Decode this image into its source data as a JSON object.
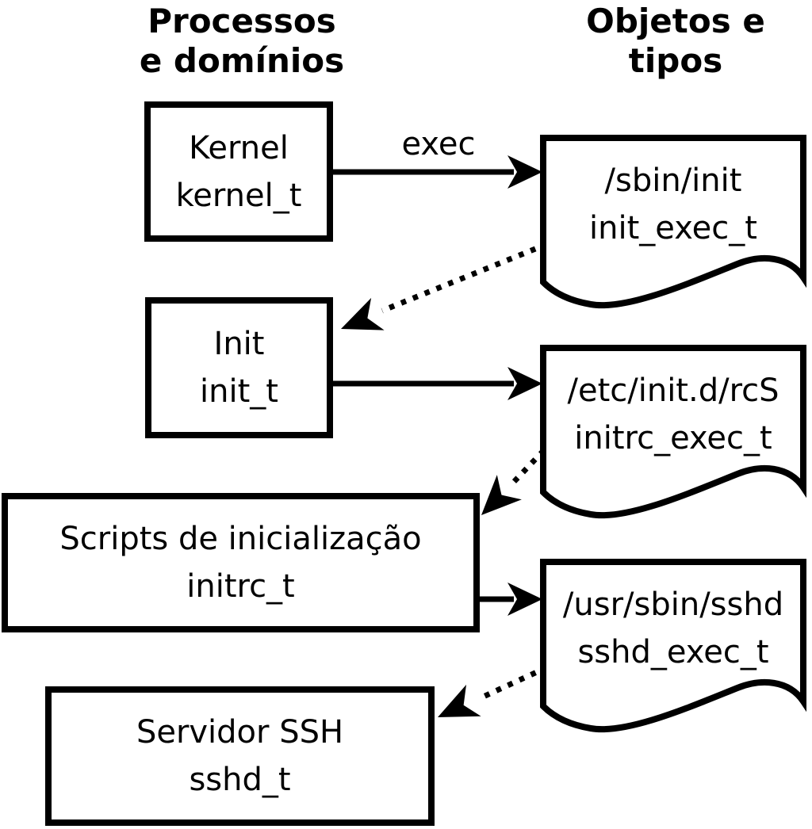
{
  "diagram": {
    "headers": {
      "left": "Processos\ne domínios",
      "right": "Objetos e\ntipos"
    },
    "processes": [
      {
        "name": "Kernel",
        "type": "kernel_t"
      },
      {
        "name": "Init",
        "type": "init_t"
      },
      {
        "name": "Scripts de inicialização",
        "type": "initrc_t"
      },
      {
        "name": "Servidor SSH",
        "type": "sshd_t"
      }
    ],
    "objects": [
      {
        "path": "/sbin/init",
        "type": "init_exec_t"
      },
      {
        "path": "/etc/init.d/rcS",
        "type": "initrc_exec_t"
      },
      {
        "path": "/usr/sbin/sshd",
        "type": "sshd_exec_t"
      }
    ],
    "edge_label": "exec",
    "colors": {
      "line": "#000000",
      "background": "#ffffff"
    }
  }
}
